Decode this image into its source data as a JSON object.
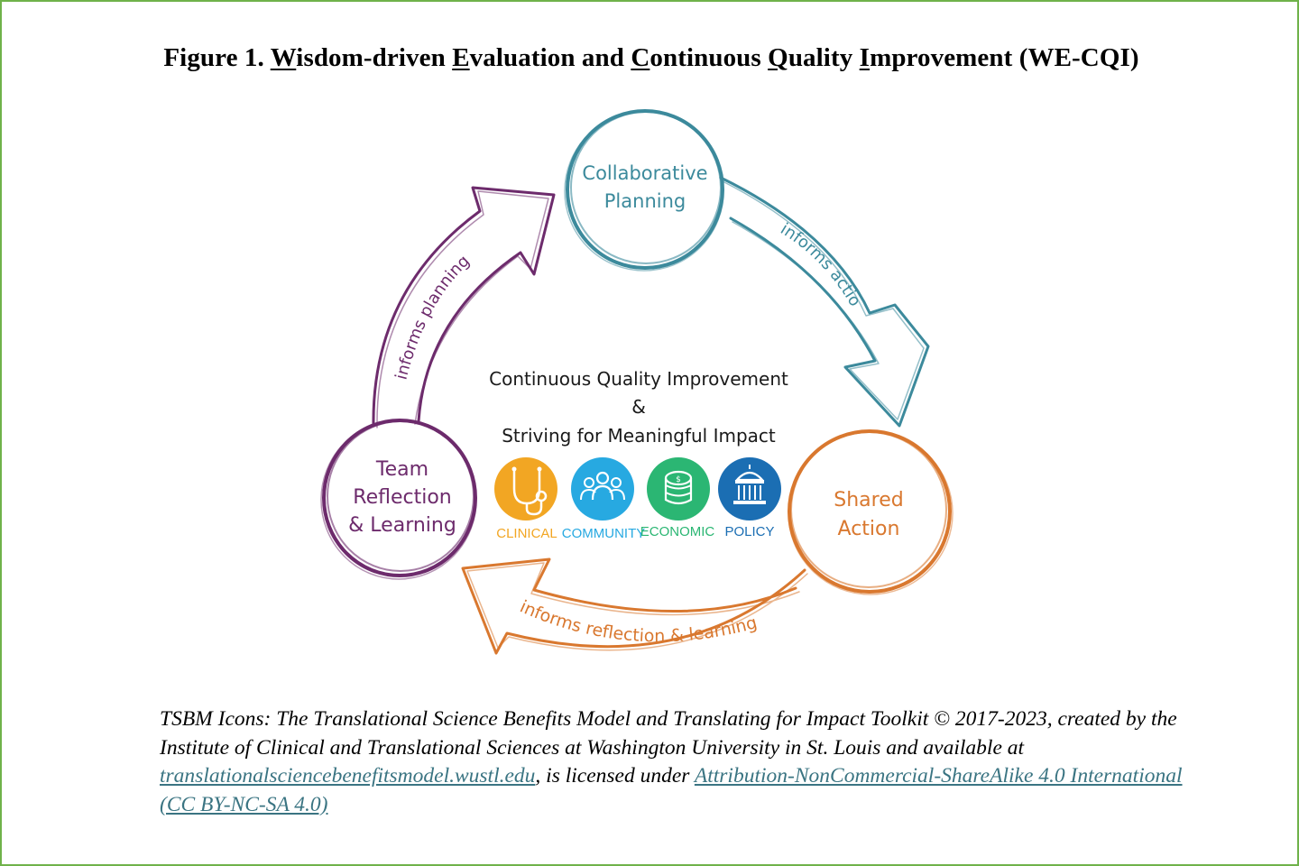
{
  "title": {
    "prefix": "Figure 1. ",
    "w_letter": "W",
    "w_rest": "isdom-driven ",
    "e_letter": "E",
    "e_rest": "valuation and ",
    "c_letter": "C",
    "c_rest": "ontinuous ",
    "q_letter": "Q",
    "q_rest": "uality ",
    "i_letter": "I",
    "i_rest": "mprovement (WE-CQI)"
  },
  "diagram": {
    "nodes": {
      "planning": {
        "line1": "Collaborative",
        "line2": "Planning",
        "color": "#3c8a9c"
      },
      "action": {
        "line1": "Shared",
        "line2": "Action",
        "color": "#d9782f"
      },
      "reflection": {
        "line1": "Team",
        "line2": "Reflection",
        "line3": "& Learning",
        "color": "#6d2b6c"
      }
    },
    "arrows": {
      "informs_action": "informs action",
      "informs_planning": "informs planning",
      "informs_reflection": "informs  reflection  &  learning"
    },
    "center": {
      "line1": "Continuous Quality Improvement",
      "line2": "&",
      "line3": "Striving for Meaningful Impact"
    },
    "icons": [
      {
        "name": "clinical-icon",
        "label": "CLINICAL",
        "color": "#f2a623"
      },
      {
        "name": "community-icon",
        "label": "COMMUNITY",
        "color": "#27a9e1"
      },
      {
        "name": "economic-icon",
        "label": "ECONOMIC",
        "color": "#2bb673"
      },
      {
        "name": "policy-icon",
        "label": "POLICY",
        "color": "#1b6eb3"
      }
    ]
  },
  "caption": {
    "text1": "TSBM Icons: The Translational Science Benefits Model and Translating for Impact Toolkit © 2017-2023, created by the Institute of Clinical and Translational Sciences at Washington University in St. Louis and available at ",
    "link1": "translationalsciencebenefitsmodel.wustl.edu",
    "text2": ", is licensed under ",
    "link2": "Attribution-NonCommercial-ShareAlike 4.0 International (CC BY-NC-SA 4.0)"
  }
}
